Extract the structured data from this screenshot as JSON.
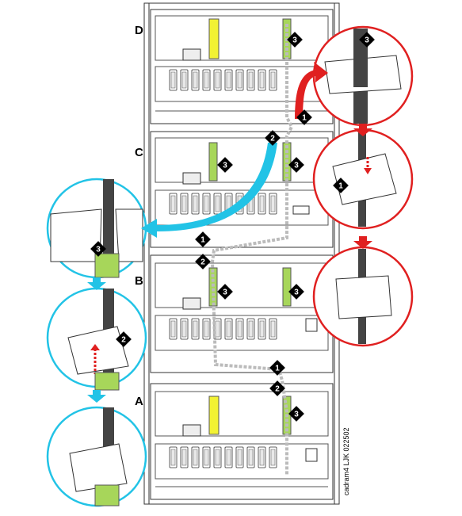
{
  "shelves": [
    {
      "id": "D",
      "label": "D"
    },
    {
      "id": "C",
      "label": "C"
    },
    {
      "id": "B",
      "label": "B"
    },
    {
      "id": "A",
      "label": "A"
    }
  ],
  "step_badges": {
    "one": "1",
    "two": "2",
    "three": "3"
  },
  "colors": {
    "red_callout": "#e02020",
    "cyan_callout": "#22c3e6",
    "yellow_cable_tag": "#f2f233",
    "green_cable_tag": "#a7d65a",
    "frame_line": "#333333"
  },
  "drawing_id": "cadram4 LJK 022502"
}
